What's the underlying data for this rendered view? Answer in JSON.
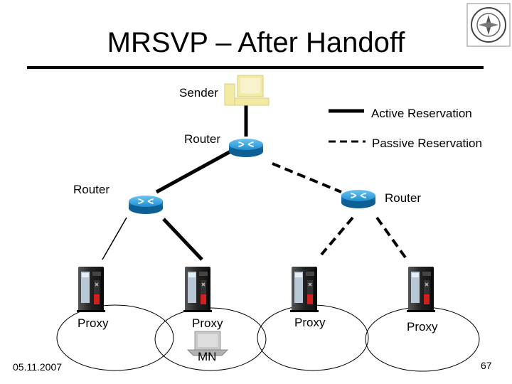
{
  "slide": {
    "title": "MRSVP – After Handoff",
    "date": "05.11.2007",
    "page_number": "67"
  },
  "legend": {
    "active": "Active Reservation",
    "passive": "Passive Reservation"
  },
  "nodes": {
    "sender": "Sender",
    "router_top": "Router",
    "router_left": "Router",
    "router_right": "Router",
    "proxy_1": "Proxy",
    "proxy_2": "Proxy",
    "proxy_3": "Proxy",
    "proxy_4": "Proxy",
    "mobile_node": "MN"
  },
  "colors": {
    "router": "#1f8fd0",
    "server_body": "#1a1a1a",
    "server_accent": "#d02020",
    "monitor": "#f3eaa6"
  }
}
